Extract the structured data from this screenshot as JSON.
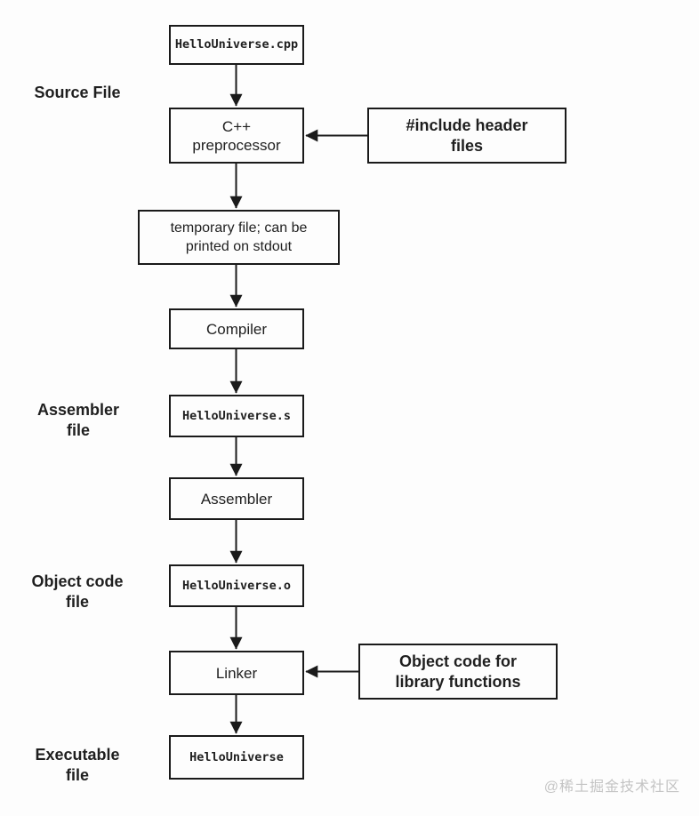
{
  "colors": {
    "background": "#fdfdfd",
    "line": "#1a1a1a",
    "text": "#1f1f1f",
    "watermark_gray": "#c4c4c4"
  },
  "stage_labels": {
    "source": "Source File",
    "assembler": "Assembler\nfile",
    "object": "Object code\nfile",
    "executable": "Executable\nfile"
  },
  "nodes": {
    "source_file": "HelloUniverse.cpp",
    "preprocessor": "C++\npreprocessor",
    "temp_file": "temporary file; can be\nprinted on stdout",
    "compiler": "Compiler",
    "assembler_file": "HelloUniverse.s",
    "assembler": "Assembler",
    "object_file": "HelloUniverse.o",
    "linker": "Linker",
    "executable_file": "HelloUniverse"
  },
  "side_inputs": {
    "headers": "#include header\nfiles",
    "libraries": "Object code for\nlibrary functions"
  },
  "watermark": "@稀土掘金技术社区"
}
